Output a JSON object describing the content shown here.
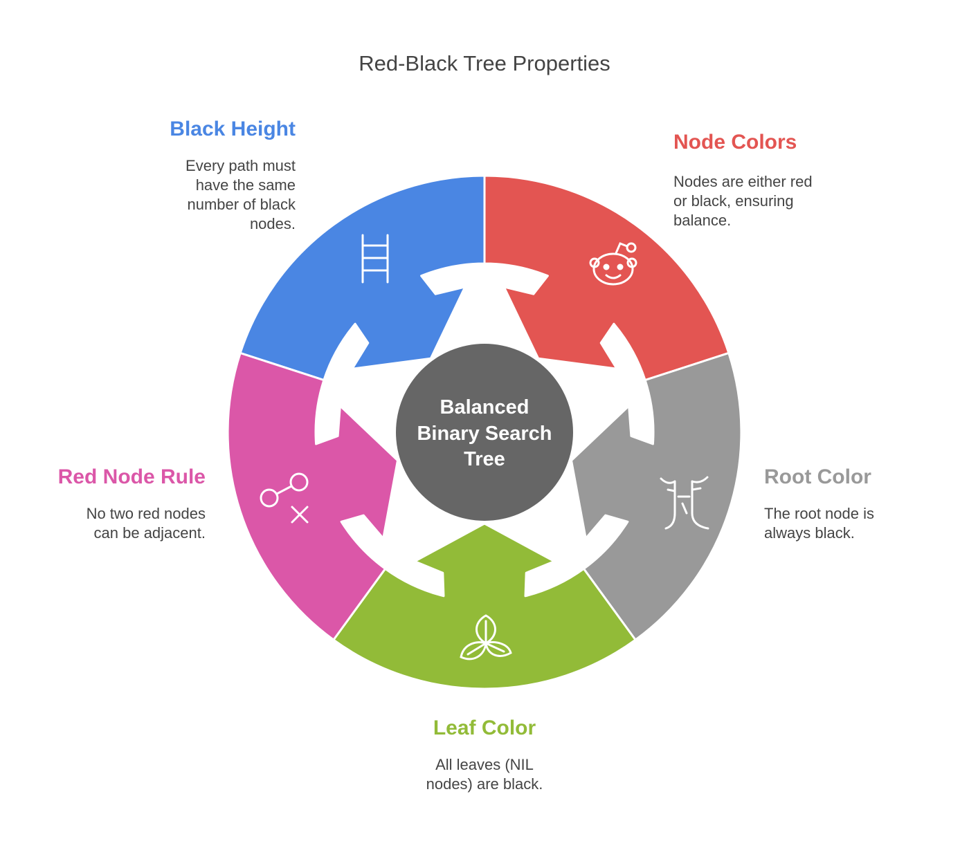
{
  "title": "Red-Black Tree Properties",
  "center": {
    "lines": [
      "Balanced",
      "Binary Search",
      "Tree"
    ],
    "color": "#666666"
  },
  "segments": [
    {
      "id": "black-height",
      "title": "Black Height",
      "description": "Every path must have the same number of black nodes.",
      "color": "#4a86e3",
      "icon": "ladder-icon"
    },
    {
      "id": "node-colors",
      "title": "Node Colors",
      "description": "Nodes are either red or black, ensuring balance.",
      "color": "#e35552",
      "icon": "reddit-alien-icon"
    },
    {
      "id": "root-color",
      "title": "Root Color",
      "description": "The root node is always black.",
      "color": "#999999",
      "icon": "tree-roots-icon"
    },
    {
      "id": "leaf-color",
      "title": "Leaf Color",
      "description": "All leaves (NIL nodes) are black.",
      "color": "#92bb38",
      "icon": "leaves-icon"
    },
    {
      "id": "red-node-rule",
      "title": "Red Node Rule",
      "description": "No two red nodes can be adjacent.",
      "color": "#db57a8",
      "icon": "no-connection-icon"
    }
  ]
}
